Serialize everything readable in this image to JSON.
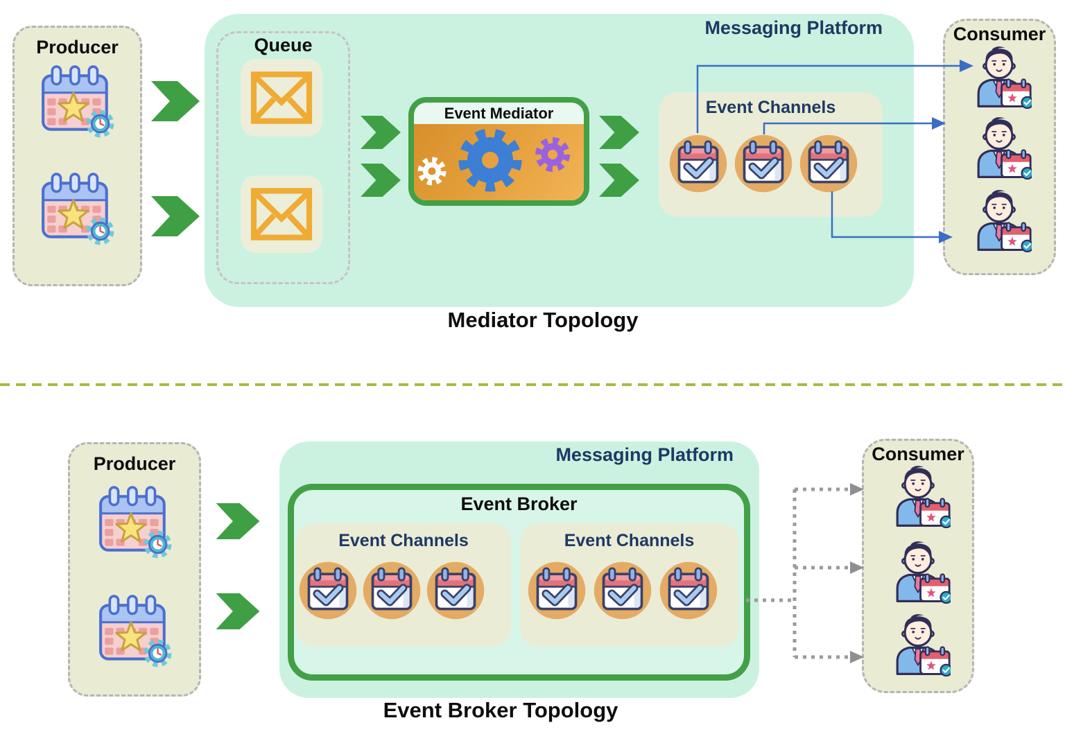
{
  "top": {
    "producer_title": "Producer",
    "platform_title": "Messaging Platform",
    "queue_title": "Queue",
    "mediator_title": "Event Mediator",
    "channels_title": "Event Channels",
    "consumer_title": "Consumer",
    "caption": "Mediator Topology"
  },
  "bottom": {
    "producer_title": "Producer",
    "platform_title": "Messaging Platform",
    "broker_title": "Event Broker",
    "channels_left_title": "Event Channels",
    "channels_right_title": "Event Channels",
    "consumer_title": "Consumer",
    "caption": "Event Broker Topology"
  },
  "icons": {
    "producer_item": "calendar-star-gear-icon",
    "queue_item": "envelope-icon",
    "mediator_items": [
      "gear-white-icon",
      "gear-blue-icon",
      "gear-purple-icon"
    ],
    "channel_item": "calendar-check-icon",
    "consumer_item": "person-calendar-icon",
    "flow_arrow": "green-chevron-arrow-icon"
  },
  "colors": {
    "platform_bg": "#cbf2e1",
    "broker_bg": "#d7f6e9",
    "panel_beige": "#e9ebd3",
    "tile_beige": "#eceeda",
    "channels_beige": "#eaecd6",
    "accent_green": "#3f9f44",
    "border_green": "#43a047",
    "mediator_orange": "#e09a3a",
    "navy_text": "#1f3864",
    "black_text": "#0d0d0d",
    "connector_blue": "#3a6ec4",
    "connector_gray": "#9b9b9b",
    "divider_olive": "#a6b94b",
    "channel_circle_orange": "#e4ab64",
    "envelope_orange": "#f0ab35"
  }
}
